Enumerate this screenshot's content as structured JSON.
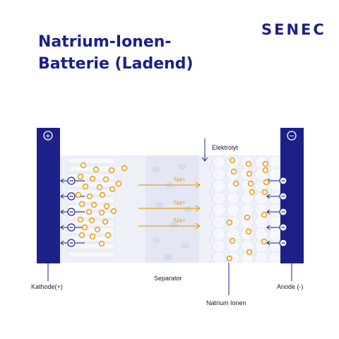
{
  "brand": {
    "logo_text": "SENEC"
  },
  "title": {
    "line1": "Natrium-Ionen-",
    "line2": "Batterie (Ladend)"
  },
  "labels": {
    "kathode": "Kathode(+)",
    "anode": "Anode (-)",
    "separator": "Separator",
    "elektrolyt": "Elektrolyt",
    "natrium_ionen": "Natrium Ionen"
  },
  "terminals": {
    "positive": "+",
    "negative": "−"
  },
  "ion_arrows": [
    "Na+",
    "Na+",
    "Na+"
  ],
  "colors": {
    "electrode": "#1d2088",
    "ion": "#e8a020",
    "electrolyte": "#eef0f8",
    "text": "#1a1a2e"
  }
}
